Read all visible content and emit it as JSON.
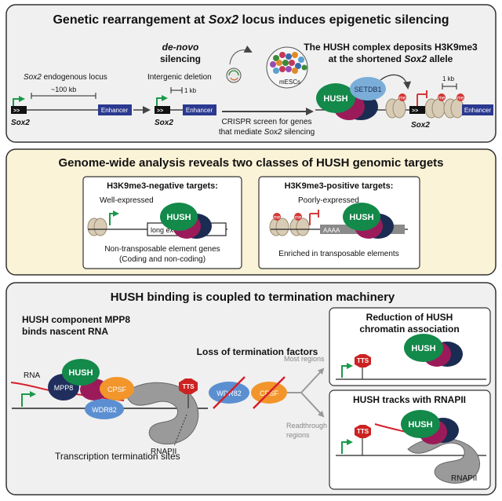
{
  "colors": {
    "panel1_fill": "#f0f0f0",
    "panel2_fill": "#fbf3d7",
    "panel3_fill": "#f0f0f0",
    "hush_green": "#13894a",
    "hush_magenta": "#9b1b5a",
    "hush_navy": "#1a2c52",
    "mpp8_navy": "#1f2e5c",
    "setdb1_blue": "#7aaed8",
    "cpsf_orange": "#f2952b",
    "wdr82_blue": "#5b8fd1",
    "enhancer_blue": "#2b3990",
    "me_red": "#d23838",
    "tts_red": "#cc2222",
    "arrow_green": "#1a9a4a",
    "rna_red": "#d71f2b",
    "nucleosome_tan": "#d8ccb6",
    "rnapii_gray": "#9a9a9a"
  },
  "panel1": {
    "title_before": "Genetic rearrangement at ",
    "title_italic": "Sox2",
    "title_after": " locus induces epigenetic silencing",
    "endogenous_label_italic": "Sox2",
    "endogenous_label_rest": " endogenous locus",
    "distance_100kb": "~100 kb",
    "sox2_label": "Sox2",
    "enhancer_label": "Enhancer",
    "denovo_line1": "de-novo",
    "denovo_line2": "silencing",
    "intergenic_deletion": "Intergenic deletion",
    "distance_1kb": "1 kb",
    "mescs_label": "mESCs",
    "crispr_line1": "CRISPR screen for genes",
    "crispr_line2_before": "that mediate ",
    "crispr_line2_italic": "Sox2",
    "crispr_line2_after": " silencing",
    "hush_title_line1": "The HUSH complex deposits H3K9me3",
    "hush_title_line2_before": "at the shortened ",
    "hush_title_line2_italic": "Sox2",
    "hush_title_line2_after": " allele",
    "hush_label": "HUSH",
    "setdb1_label": "SETDB1",
    "me_label": "me"
  },
  "panel2": {
    "title": "Genome-wide analysis reveals two classes of HUSH genomic targets",
    "neg_title": "H3K9me3-negative targets:",
    "neg_expr": "Well-expressed",
    "neg_exons": "long exons",
    "neg_desc_line1": "Non-transposable element genes",
    "neg_desc_line2": "(Coding and non-coding)",
    "pos_title": "H3K9me3-positive targets:",
    "pos_expr": "Poorly-expressed",
    "pos_aaaa": "AAAA",
    "pos_desc": "Enriched in transposable elements",
    "hush_label": "HUSH",
    "me_label": "me"
  },
  "panel3": {
    "title": "HUSH binding is coupled to termination machinery",
    "mpp8_line1": "HUSH component MPP8",
    "mpp8_line2": "binds nascent RNA",
    "rna_label": "RNA",
    "hush_label": "HUSH",
    "mpp8_label": "MPP8",
    "cpsf_label": "CPSF",
    "wdr82_label": "WDR82",
    "tts_label": "TTS",
    "rnapii_label": "RNAPII",
    "termination_sites": "Transcription termination sites",
    "loss_label": "Loss of termination factors",
    "most_regions": "Most regions",
    "readthrough_line1": "Readthrough",
    "readthrough_line2": "regions",
    "reduction_line1": "Reduction of HUSH",
    "reduction_line2": "chromatin association",
    "tracks_label": "HUSH tracks with RNAPII"
  }
}
